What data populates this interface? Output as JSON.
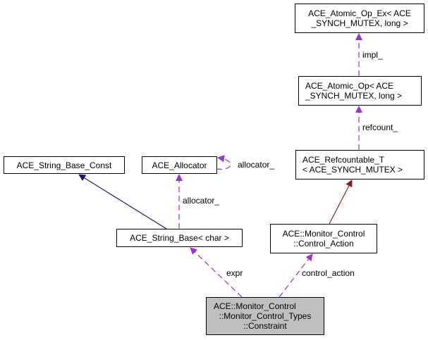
{
  "diagram": {
    "type": "collaboration-graph",
    "nodes": {
      "atomic_op_ex": {
        "lines": [
          "ACE_Atomic_Op_Ex< ACE",
          "_SYNCH_MUTEX, long >"
        ]
      },
      "atomic_op": {
        "lines": [
          "ACE_Atomic_Op< ACE",
          "_SYNCH_MUTEX, long >"
        ]
      },
      "refcountable": {
        "lines": [
          "ACE_Refcountable_T",
          "< ACE_SYNCH_MUTEX >"
        ]
      },
      "string_base_const": {
        "lines": [
          "ACE_String_Base_Const"
        ]
      },
      "allocator": {
        "lines": [
          "ACE_Allocator"
        ]
      },
      "string_base": {
        "lines": [
          "ACE_String_Base< char >"
        ]
      },
      "control_action": {
        "lines": [
          "ACE::Monitor_Control",
          "::Control_Action"
        ]
      },
      "constraint": {
        "lines": [
          "ACE::Monitor_Control",
          "::Monitor_Control_Types",
          "::Constraint"
        ]
      }
    },
    "edges": [
      {
        "from": "atomic_op",
        "to": "atomic_op_ex",
        "kind": "usage",
        "label": "impl_"
      },
      {
        "from": "refcountable",
        "to": "atomic_op",
        "kind": "usage",
        "label": "refcount_"
      },
      {
        "from": "allocator",
        "to": "allocator",
        "kind": "usage",
        "label": "allocator_"
      },
      {
        "from": "string_base",
        "to": "allocator",
        "kind": "usage",
        "label": "allocator_"
      },
      {
        "from": "string_base",
        "to": "string_base_const",
        "kind": "inheritance",
        "label": ""
      },
      {
        "from": "control_action",
        "to": "refcountable",
        "kind": "protected-inheritance",
        "label": ""
      },
      {
        "from": "constraint",
        "to": "string_base",
        "kind": "usage",
        "label": "expr"
      },
      {
        "from": "constraint",
        "to": "control_action",
        "kind": "usage",
        "label": "control_action"
      }
    ],
    "colors": {
      "usage": "#9a32cd",
      "inheritance": "#191970",
      "protected-inheritance": "#8b1a1a",
      "current_node_fill": "#bfbfbf"
    }
  }
}
